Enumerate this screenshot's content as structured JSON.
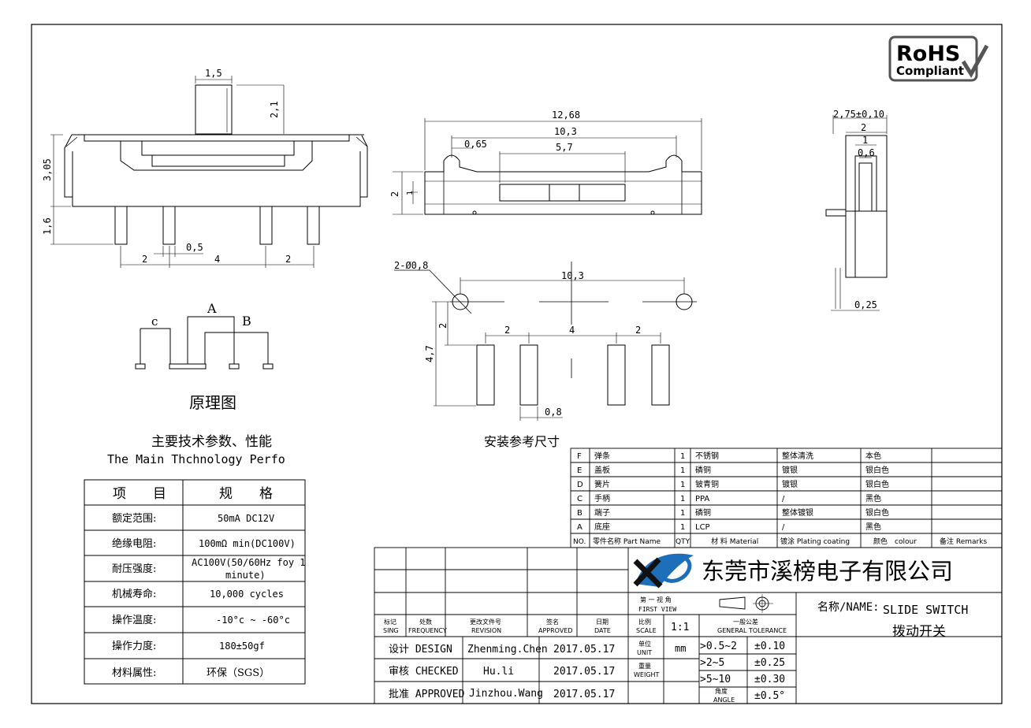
{
  "logo": {
    "rohs_line1": "RoHS",
    "rohs_line2": "Compliant"
  },
  "side_view": {
    "dim_top": "1,5",
    "dim_pin_h": "2,1",
    "dim_body_h": "3,05",
    "dim_lead": "1,6",
    "dim_pitch_l": "2",
    "dim_pin_w": "0,5",
    "dim_mid": "4",
    "dim_pitch_r": "2"
  },
  "top_view": {
    "dim_len": "12,68",
    "dim_inner": "10,3",
    "dim_hole": "0,65",
    "dim_slot": "5,7",
    "dim_h": "2",
    "dim_h2": "1"
  },
  "end_view": {
    "dim_w": "2,75±0,10",
    "dim_2": "2",
    "dim_1": "1",
    "dim_06": "0,6",
    "dim_thk": "0,25"
  },
  "schematic": {
    "label_a": "A",
    "label_b": "B",
    "label_c": "c",
    "caption": "原理图"
  },
  "footprint": {
    "hole_dim": "2-Ø0,8",
    "span": "10,3",
    "h_top": "2",
    "h_total": "4,7",
    "pad_l": "2",
    "pad_mid": "4",
    "pad_r": "2",
    "pad_w": "0,8",
    "caption": "安装参考尺寸"
  },
  "spec": {
    "title_cn": "主要技术参数、性能",
    "title_en": "The Main Thchnology Perfo",
    "head_item": "项　　目",
    "head_spec": "规　　格",
    "rows": [
      {
        "item": "额定范围:",
        "spec": "50mA DC12V"
      },
      {
        "item": "绝缘电阻:",
        "spec": "100mΩ min(DC100V)"
      },
      {
        "item": "耐压强度:",
        "spec": "AC100V(50/60Hz foy 1",
        "spec2": "minute)"
      },
      {
        "item": "机械寿命:",
        "spec": "10,000 cycles"
      },
      {
        "item": "操作温度:",
        "spec": "-10°c ~ -60°c"
      },
      {
        "item": "操作力度:",
        "spec": "180±50gf"
      },
      {
        "item": "材料属性:",
        "spec": "环保（SGS）"
      }
    ]
  },
  "bom": {
    "rows": [
      {
        "no": "F",
        "part": "弹条",
        "qty": "1",
        "mat": "不锈钢",
        "plating": "整体清洗",
        "colour": "本色",
        "remarks": ""
      },
      {
        "no": "E",
        "part": "盖板",
        "qty": "1",
        "mat": "磷铜",
        "plating": "镀银",
        "colour": "银白色",
        "remarks": ""
      },
      {
        "no": "D",
        "part": "簧片",
        "qty": "1",
        "mat": "铍青铜",
        "plating": "镀银",
        "colour": "银白色",
        "remarks": ""
      },
      {
        "no": "C",
        "part": "手柄",
        "qty": "1",
        "mat": "PPA",
        "plating": "/",
        "colour": "黑色",
        "remarks": ""
      },
      {
        "no": "B",
        "part": "端子",
        "qty": "1",
        "mat": "磷铜",
        "plating": "整体镀银",
        "colour": "银白色",
        "remarks": ""
      },
      {
        "no": "A",
        "part": "底座",
        "qty": "1",
        "mat": "LCP",
        "plating": "/",
        "colour": "黑色",
        "remarks": ""
      }
    ],
    "header": {
      "no": "NO.",
      "part": "零件名称 Part Name",
      "qty": "QTY",
      "mat": "材 料 Material",
      "plating": "镀涂 Plating coating",
      "colour": "颜色　colour",
      "remarks": "备注 Remarks"
    }
  },
  "title_block": {
    "company": "东莞市溪榜电子有限公司",
    "name_label": "名称/NAME:",
    "name_en": "SLIDE SWITCH",
    "name_cn": "拨动开关",
    "first_view_cn": "第 一 视 角",
    "first_view_en": "FIRST VIEW",
    "scale_cn": "比例",
    "scale_en": "SCALE",
    "scale_val": "1:1",
    "tol_cn": "一般公差",
    "tol_en": "GENERAL TOLERANCE",
    "unit_cn": "单位",
    "unit_en": "UNIT",
    "unit_val": "mm",
    "weight_cn": "重量",
    "weight_en": "WEIGHT",
    "angle_cn": "角度",
    "angle_en": "ANGLE",
    "tolerances": [
      {
        "range": ">0.5~2",
        "val": "±0.10"
      },
      {
        "range": ">2~5",
        "val": "±0.25"
      },
      {
        "range": ">5~10",
        "val": "±0.30"
      },
      {
        "range": "",
        "val": "±0.5°"
      }
    ],
    "rev_headers": [
      {
        "cn": "标记",
        "en": "SING"
      },
      {
        "cn": "处数",
        "en": "FREQUENCY"
      },
      {
        "cn": "更改文件号",
        "en": "REVISION"
      },
      {
        "cn": "签名",
        "en": "APPROVED"
      },
      {
        "cn": "日期",
        "en": "DATE"
      }
    ],
    "sign": [
      {
        "role": "设计 DESIGN",
        "name": "Zhenming.Chen",
        "date": "2017.05.17"
      },
      {
        "role": "审核 CHECKED",
        "name": "Hu.li",
        "date": "2017.05.17"
      },
      {
        "role": "批准 APPROVED",
        "name": "Jinzhou.Wang",
        "date": "2017.05.17"
      }
    ]
  }
}
